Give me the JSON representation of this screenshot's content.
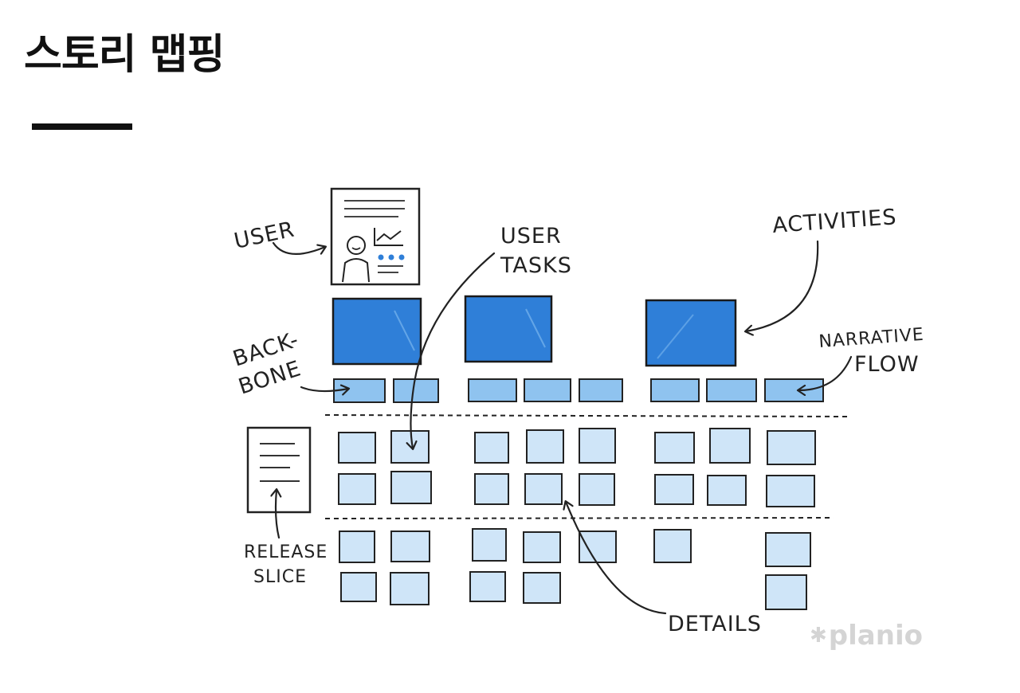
{
  "page": {
    "title": "스토리 맵핑"
  },
  "labels": {
    "user": "USER",
    "user_tasks_line1": "USER",
    "user_tasks_line2": "TASKS",
    "activities": "ACTIVITIES",
    "backbone_line1": "BACK-",
    "backbone_line2": "BONE",
    "narrative_line1": "NARRATIVE",
    "narrative_line2": "FLOW",
    "release_line1": "RELEASE",
    "release_line2": "SLICE",
    "details": "DETAILS"
  },
  "logo": {
    "text": "planio"
  },
  "colors": {
    "activity_blue": "#2f7fd8",
    "task_blue": "#8fc3ef",
    "detail_blue": "#cfe5f8",
    "ink": "#222222",
    "logo_gray": "#d4d4d4"
  },
  "icons": {
    "persona": "persona-card-icon",
    "document": "document-icon",
    "logo_mark": "asterisk-icon"
  }
}
